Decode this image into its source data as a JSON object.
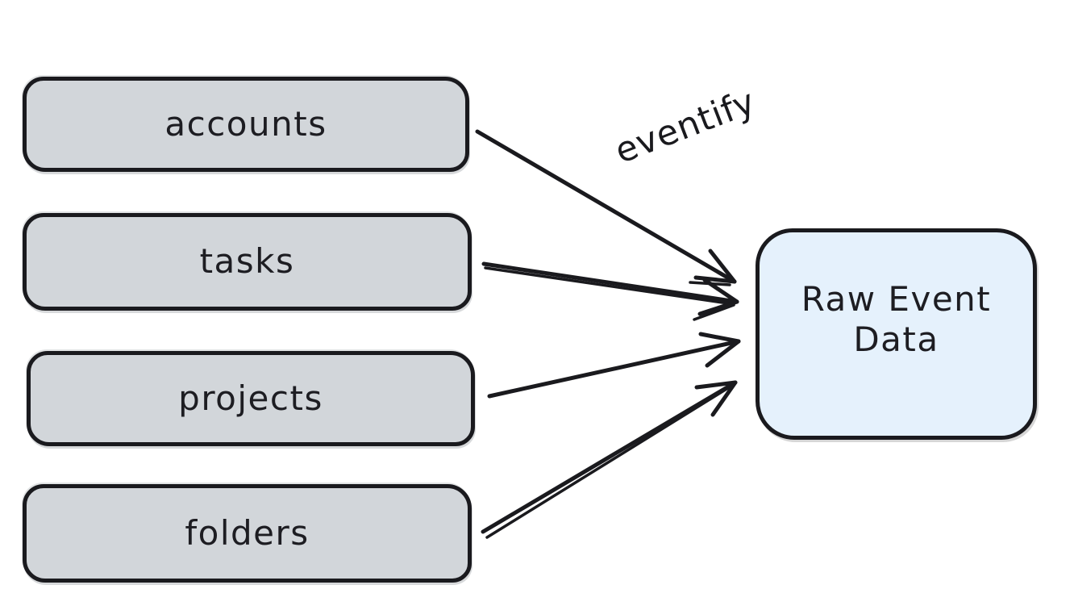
{
  "diagram": {
    "background_color": "#ffffff",
    "stroke_color": "#1a1a1e",
    "source_box_fill": "#d2d6da",
    "target_box_fill": "#e5f1fc",
    "sources": [
      {
        "label": "accounts"
      },
      {
        "label": "tasks"
      },
      {
        "label": "projects"
      },
      {
        "label": "folders"
      }
    ],
    "target": {
      "label": "Raw Event Data"
    },
    "edge_label": "eventify",
    "edges": [
      {
        "from": "accounts",
        "to": "Raw Event Data",
        "label": "eventify"
      },
      {
        "from": "tasks",
        "to": "Raw Event Data",
        "label": ""
      },
      {
        "from": "projects",
        "to": "Raw Event Data",
        "label": ""
      },
      {
        "from": "folders",
        "to": "Raw Event Data",
        "label": ""
      }
    ]
  }
}
